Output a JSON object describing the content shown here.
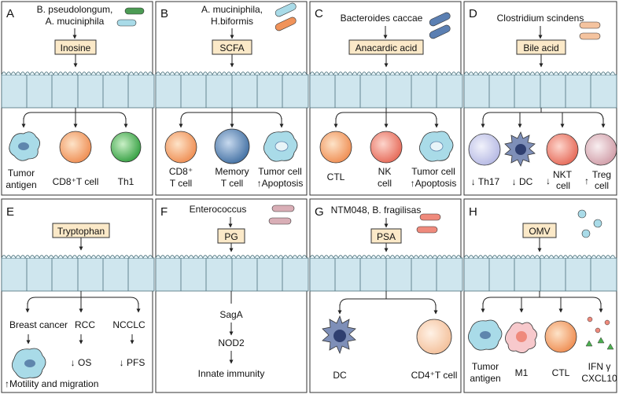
{
  "panels": {
    "A": {
      "letter": "A",
      "bacteria": [
        "B. pseudolongum,",
        "A. muciniphila"
      ],
      "metabolite": "Inosine",
      "cells": [
        "Tumor",
        "antigen",
        "CD8⁺T cell",
        "Th1"
      ]
    },
    "B": {
      "letter": "B",
      "bacteria": [
        "A. muciniphila,",
        "H.biformis"
      ],
      "metabolite": "SCFA",
      "cells": [
        "CD8⁺",
        "T cell",
        "Memory",
        "T cell",
        "Tumor cell",
        "↑Apoptosis"
      ]
    },
    "C": {
      "letter": "C",
      "bacteria": [
        "Bacteroides caccae"
      ],
      "metabolite": "Anacardic acid",
      "cells": [
        "CTL",
        "NK",
        "cell",
        "Tumor cell",
        "↑Apoptosis"
      ]
    },
    "D": {
      "letter": "D",
      "bacteria": [
        "Clostridium scindens"
      ],
      "metabolite": "Bile acid",
      "cells": [
        "↓ Th17",
        "↓ DC",
        "NKT",
        "↓",
        "cell",
        "Treg",
        "↑",
        "cell"
      ]
    },
    "E": {
      "letter": "E",
      "metabolite": "Tryptophan",
      "targets": [
        "Breast cancer",
        "RCC",
        "NCCLC"
      ],
      "effects": [
        "↓ OS",
        "↓ PFS",
        "↑Motility and migration"
      ]
    },
    "F": {
      "letter": "F",
      "bacteria": [
        "Enterococcus"
      ],
      "metabolite": "PG",
      "chain": [
        "SagA",
        "NOD2",
        "Innate immunity"
      ]
    },
    "G": {
      "letter": "G",
      "bacteria": [
        "NTM048, B. fragilisas"
      ],
      "metabolite": "PSA",
      "cells": [
        "DC",
        "CD4⁺T cell"
      ]
    },
    "H": {
      "letter": "H",
      "metabolite": "OMV",
      "cells": [
        "Tumor",
        "antigen",
        "M1",
        "CTL",
        "IFN γ",
        "CXCL10"
      ]
    }
  },
  "colors": {
    "epithelium": "#cfe6ee",
    "metabolite_box": "#fbe9c8",
    "cd8_cell": "#f2a06a",
    "th1_cell": "#4caf50",
    "memory_cell": "#5b86b5",
    "tumor_cell": "#a9dbe8",
    "nk_cell": "#ef8a7c",
    "treg_cell": "#d9aeb6",
    "th17_cell": "#c9cbea"
  }
}
